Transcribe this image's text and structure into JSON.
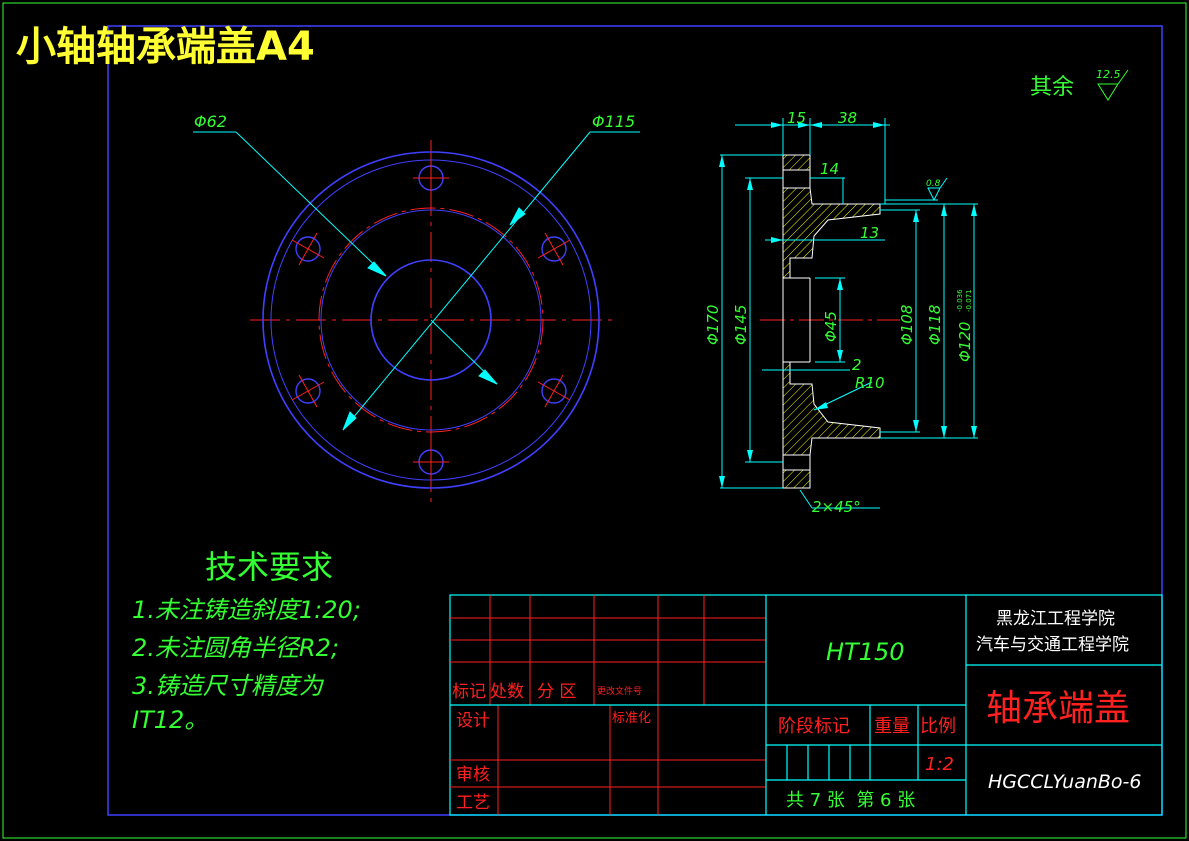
{
  "title": "小轴轴承端盖A4",
  "surface_finish": {
    "label": "其余",
    "value": "12.5"
  },
  "dimensions": {
    "front_view": {
      "hole_circle": "Φ62",
      "outer": "Φ115"
    },
    "section_view": {
      "top_15": "15",
      "top_38": "38",
      "dim_14": "14",
      "dim_13": "13",
      "roughness_small": "0.8",
      "d170": "Φ170",
      "d145": "Φ145",
      "d45": "Φ45",
      "d108": "Φ108",
      "d118": "Φ118",
      "d120": "Φ120",
      "d120_tol_upper": "-0.036",
      "d120_tol_lower": "-0.071",
      "dim_2": "2",
      "r10": "R10",
      "chamfer": "2×45°"
    }
  },
  "tech_requirements": {
    "heading": "技术要求",
    "items": [
      "1.未注铸造斜度1:20;",
      "2.未注圆角半径R2;",
      "3.铸造尺寸精度为",
      "IT12。"
    ]
  },
  "title_block": {
    "col_mark": "标记",
    "col_count": "处数",
    "col_zone": "分 区",
    "col_change_doc": "更改文件号",
    "design": "设计",
    "standardization": "标准化",
    "review": "审核",
    "process": "工艺",
    "material": "HT150",
    "stage_mark": "阶段标记",
    "weight": "重量",
    "scale_label": "比例",
    "scale_value": "1:2",
    "sheets": "共 7 张  第 6 张",
    "school_line1": "黑龙江工程学院",
    "school_line2": "汽车与交通工程学院",
    "part_name": "轴承端盖",
    "drawing_number": "HGCCLYuanBo-6"
  },
  "colors": {
    "background": "#000000",
    "border": "#4040ff",
    "frame": "#33ff33",
    "centerline": "#ff2020",
    "dimension": "#00ffff",
    "text_green": "#33ff33",
    "title_yellow": "#ffff33",
    "hatch": "#ffff00",
    "part_name_red": "#ff2020"
  }
}
